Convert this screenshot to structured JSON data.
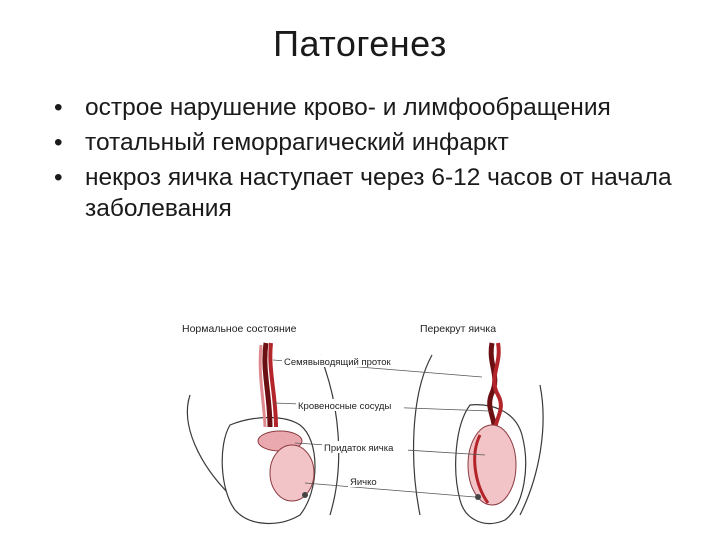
{
  "slide": {
    "title": "Патогенез",
    "bullets": [
      {
        "symbol": "•",
        "text": "острое нарушение крово- и лимфообращения"
      },
      {
        "symbol": "•",
        "text": " тотальный геморрагический инфаркт"
      },
      {
        "symbol": "•",
        "text": "некроз яичка наступает через 6-12 часов от начала заболевания"
      }
    ]
  },
  "figure": {
    "heading_left": "Нормальное состояние",
    "heading_right": "Перекрут яичка",
    "labels": {
      "duct": "Семявыводящий проток",
      "vessels": "Кровеносные сосуды",
      "epididymis": "Придаток яичка",
      "testis": "Яичко"
    },
    "colors": {
      "skin_outline": "#3a3a3a",
      "testis_fill": "#f2c4c8",
      "epididymis_fill": "#e9a9ae",
      "vessel_red": "#b3252b",
      "vessel_dark": "#6b0f12",
      "leader_line": "#555555"
    }
  }
}
